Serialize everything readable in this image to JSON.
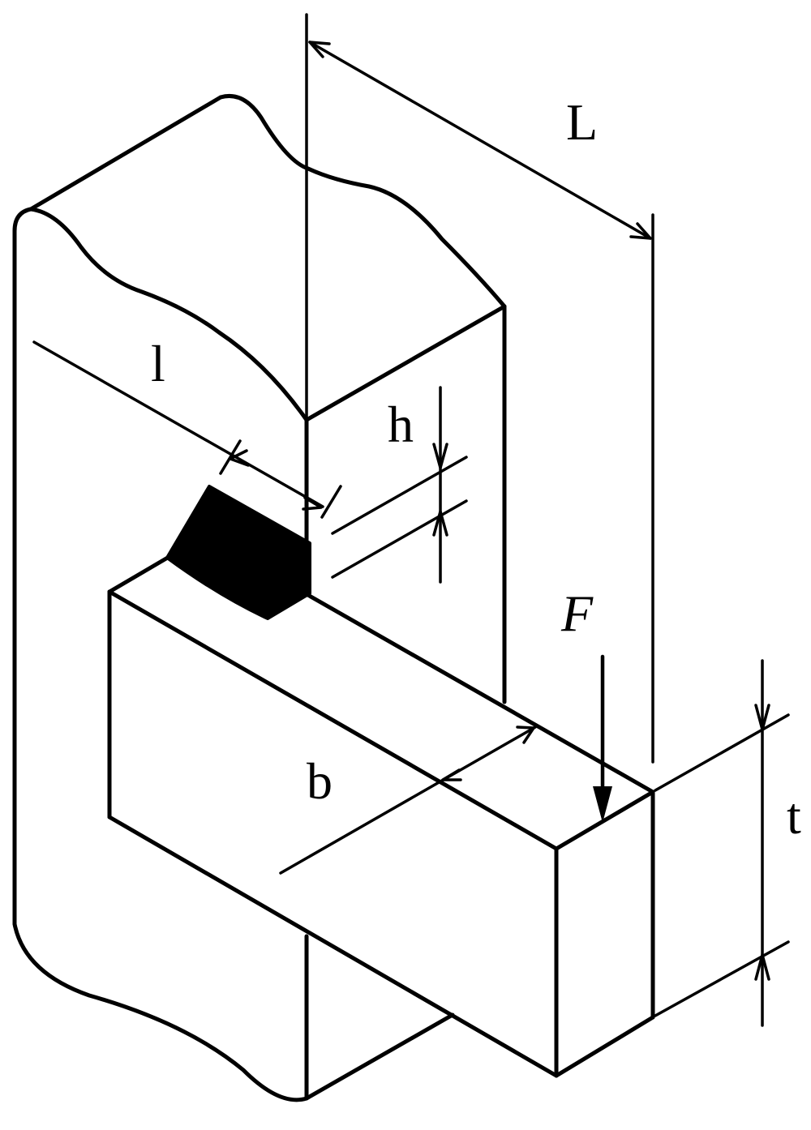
{
  "diagram": {
    "labels": {
      "L": "L",
      "l": "l",
      "h": "h",
      "F": "F",
      "b": "b",
      "t": "t"
    },
    "colors": {
      "line": "#000000",
      "background": "#ffffff",
      "weld_fill": "#000000"
    }
  }
}
